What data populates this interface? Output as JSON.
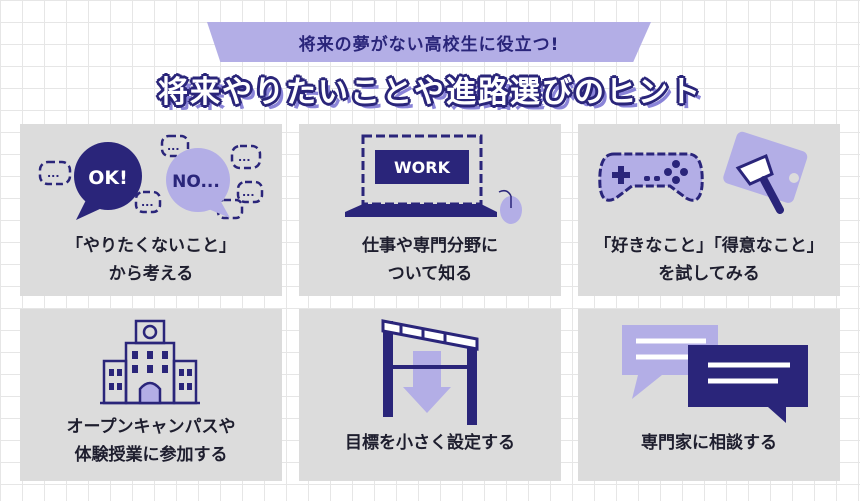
{
  "header": {
    "subtitle": "将来の夢がない高校生に役立つ!",
    "title": "将来やりたいことや進路選びのヒント"
  },
  "cards": [
    {
      "line1": "「やりたくないこと」",
      "line2": "から考える",
      "icon": "speech-bubbles-ok-no-icon",
      "bubble_ok": "OK!",
      "bubble_no": "NO...",
      "bubble_dots": "..."
    },
    {
      "line1": "仕事や専門分野に",
      "line2": "ついて知る",
      "icon": "laptop-work-icon",
      "screen_text": "WORK"
    },
    {
      "line1": "「好きなこと」「得意なこと」",
      "line2": "を試してみる",
      "icon": "gamepad-and-cooking-icon"
    },
    {
      "line1": "オープンキャンパスや",
      "line2": "体験授業に参加する",
      "icon": "university-building-icon"
    },
    {
      "line1": "目標を小さく設定する",
      "icon": "hurdle-arrow-icon"
    },
    {
      "line1": "専門家に相談する",
      "icon": "chat-bubbles-icon"
    }
  ],
  "colors": {
    "navy": "#2a257a",
    "lavender": "#b3aee6",
    "card_bg": "#dcdcdc"
  }
}
